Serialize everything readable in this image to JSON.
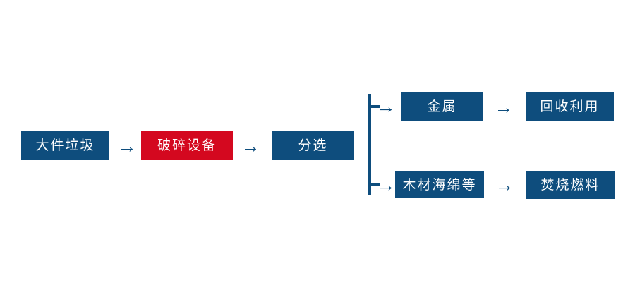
{
  "diagram": {
    "title": "bulky waste processing flow",
    "colors": {
      "primary_blue": "#0E4D7D",
      "highlight_red": "#D4081F",
      "text": "#FFFFFF",
      "background": "#FFFFFF"
    },
    "arrow_glyph": "→",
    "main_chain": [
      {
        "id": "input",
        "label": "大件垃圾",
        "color": "blue"
      },
      {
        "id": "shredder",
        "label": "破碎设备",
        "color": "red"
      },
      {
        "id": "sorting",
        "label": "分选",
        "color": "blue"
      }
    ],
    "branches": [
      {
        "id": "metal-branch",
        "material": {
          "id": "metal",
          "label": "金属",
          "color": "blue"
        },
        "outcome": {
          "id": "recycle",
          "label": "回收利用",
          "color": "blue"
        }
      },
      {
        "id": "combustible-branch",
        "material": {
          "id": "wood-sponge",
          "label": "木材海绵等",
          "color": "blue"
        },
        "outcome": {
          "id": "fuel",
          "label": "焚烧燃料",
          "color": "blue"
        }
      }
    ]
  }
}
